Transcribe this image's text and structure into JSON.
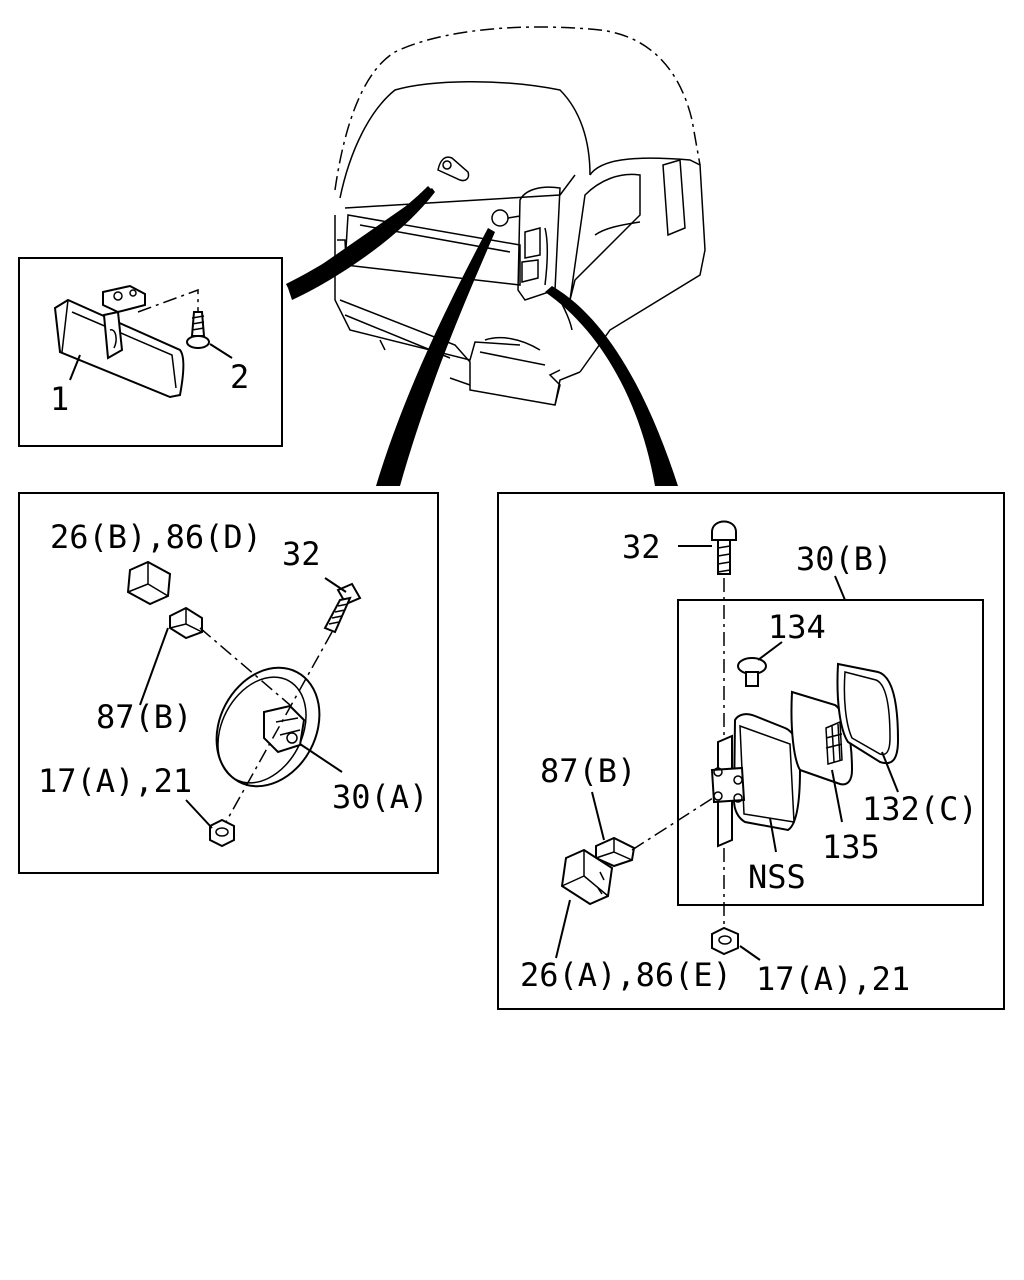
{
  "diagram": {
    "labels": {
      "inset1": {
        "part1": "1",
        "part2": "2"
      },
      "inset2": {
        "clip": "26(B),86(D)",
        "bolt": "32",
        "clip_b": "87(B)",
        "nut": "17(A),21",
        "lamp": "30(A)"
      },
      "inset3": {
        "bolt": "32",
        "lamp_assy": "30(B)",
        "screw": "134",
        "clip_b": "87(B)",
        "lens": "132(C)",
        "gasket": "135",
        "nss": "NSS",
        "clip_a": "26(A),86(E)",
        "nut": "17(A),21"
      }
    }
  }
}
